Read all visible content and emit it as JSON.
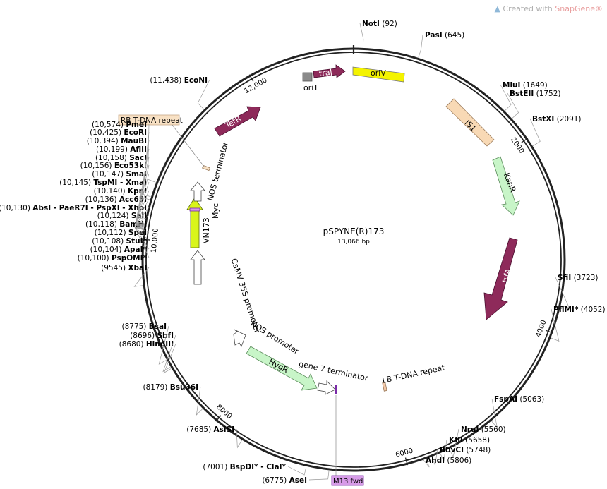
{
  "header": {
    "brand_prefix": "Created with",
    "brand_app": "SnapGene®"
  },
  "plasmid": {
    "name": "pSPYNE(R)173",
    "size_label": "13,066 bp",
    "length": 13066
  },
  "ticks": [
    "2000",
    "4000",
    "6000",
    "8000",
    "10,000",
    "12,000"
  ],
  "sites": [
    {
      "name": "NotI",
      "pos": "(92)"
    },
    {
      "name": "PasI",
      "pos": "(645)"
    },
    {
      "name": "MluI",
      "pos": "(1649)"
    },
    {
      "name": "BstEII",
      "pos": "(1752)"
    },
    {
      "name": "BstXI",
      "pos": "(2091)"
    },
    {
      "name": "SfiI",
      "pos": "(3723)"
    },
    {
      "name": "PflMI*",
      "pos": "(4052)"
    },
    {
      "name": "FspAI",
      "pos": "(5063)"
    },
    {
      "name": "NruI",
      "pos": "(5560)"
    },
    {
      "name": "KflI",
      "pos": "(5658)"
    },
    {
      "name": "BbvCI",
      "pos": "(5748)"
    },
    {
      "name": "AhdI",
      "pos": "(5806)"
    },
    {
      "name": "AseI",
      "pos": "(6775)"
    },
    {
      "name": "BspDI* - ClaI*",
      "pos": "(7001)"
    },
    {
      "name": "AsiSI",
      "pos": "(7685)"
    },
    {
      "name": "Bsu36I",
      "pos": "(8179)"
    },
    {
      "name": "HindIII",
      "pos": "(8680)"
    },
    {
      "name": "SbfI",
      "pos": "(8696)"
    },
    {
      "name": "BsaI",
      "pos": "(8775)"
    },
    {
      "name": "XbaI",
      "pos": "(9545)"
    },
    {
      "name": "PspOMI*",
      "pos": "(10,100)"
    },
    {
      "name": "ApaI*",
      "pos": "(10,104)"
    },
    {
      "name": "StuI*",
      "pos": "(10,108)"
    },
    {
      "name": "SpeI",
      "pos": "(10,112)"
    },
    {
      "name": "BamHI",
      "pos": "(10,118)"
    },
    {
      "name": "SalI",
      "pos": "(10,124)"
    },
    {
      "name": "AbsI - PaeR7I - PspXI - XhoI",
      "pos": "(10,130)"
    },
    {
      "name": "Acc65I",
      "pos": "(10,136)"
    },
    {
      "name": "KpnI",
      "pos": "(10,140)"
    },
    {
      "name": "TspMI - XmaI",
      "pos": "(10,145)"
    },
    {
      "name": "SmaI",
      "pos": "(10,147)"
    },
    {
      "name": "Eco53kI",
      "pos": "(10,156)"
    },
    {
      "name": "SacI",
      "pos": "(10,158)"
    },
    {
      "name": "AflII",
      "pos": "(10,199)"
    },
    {
      "name": "MauBI",
      "pos": "(10,394)"
    },
    {
      "name": "EcoRI",
      "pos": "(10,425)"
    },
    {
      "name": "PmeI",
      "pos": "(10,574)"
    },
    {
      "name": "EcoNI",
      "pos": "(11,438)"
    }
  ],
  "features": [
    {
      "name": "traJ",
      "color": "#8e2a5a"
    },
    {
      "name": "oriV",
      "color": "#f4f300"
    },
    {
      "name": "oriT",
      "color": "#8a8a8a"
    },
    {
      "name": "IS1",
      "color": "#f8d9b5"
    },
    {
      "name": "KanR",
      "color": "#c8f5c8"
    },
    {
      "name": "trfA",
      "color": "#8e2a5a"
    },
    {
      "name": "LB T-DNA repeat",
      "color": "#f2c7a8"
    },
    {
      "name": "M13 fwd",
      "color": "#d79be8"
    },
    {
      "name": "gene 7 terminator",
      "color": "#ffffff"
    },
    {
      "name": "HygR",
      "color": "#c8f5c8"
    },
    {
      "name": "NOS promoter",
      "color": "#ffffff"
    },
    {
      "name": "CaMV 35S promoter",
      "color": "#ffffff"
    },
    {
      "name": "VN173",
      "color": "#d9f51a"
    },
    {
      "name": "Myc",
      "color": "#d79be8"
    },
    {
      "name": "NOS terminator",
      "color": "#ffffff"
    },
    {
      "name": "RB T-DNA repeat",
      "color": "#f8e1c4"
    },
    {
      "name": "TetR",
      "color": "#8e2a5a"
    }
  ]
}
